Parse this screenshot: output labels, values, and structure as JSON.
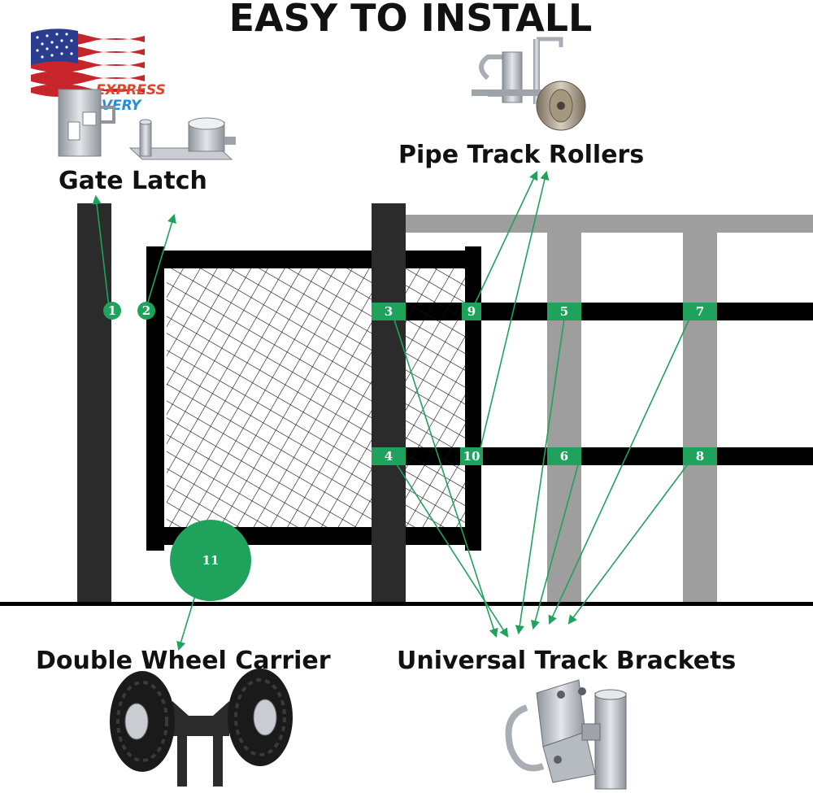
{
  "title": "EASY TO INSTALL",
  "badge": {
    "line1": "EXPRESS",
    "line2": "DELIVERY",
    "line1_color": "#e8402a",
    "line2_color": "#1f8fe0"
  },
  "labels": {
    "gate_latch": "Gate Latch",
    "pipe_track_rollers": "Pipe Track Rollers",
    "double_wheel_carrier": "Double Wheel Carrier",
    "universal_track_brackets": "Universal Track Brackets"
  },
  "markers": {
    "m1": "1",
    "m2": "2",
    "m3": "3",
    "m4": "4",
    "m5": "5",
    "m6": "6",
    "m7": "7",
    "m8": "8",
    "m9": "9",
    "m10": "10",
    "m11": "11"
  },
  "colors": {
    "accent": "#1fa35c",
    "post": "#2b2b2b",
    "rail": "#000000",
    "fence_frame": "#9e9e9e",
    "metal": "#b8bcc2"
  },
  "icons": [
    "us-flag-icon",
    "gate-latch-hardware-icon",
    "pipe-track-roller-icon",
    "double-wheel-carrier-icon",
    "universal-track-bracket-icon"
  ]
}
